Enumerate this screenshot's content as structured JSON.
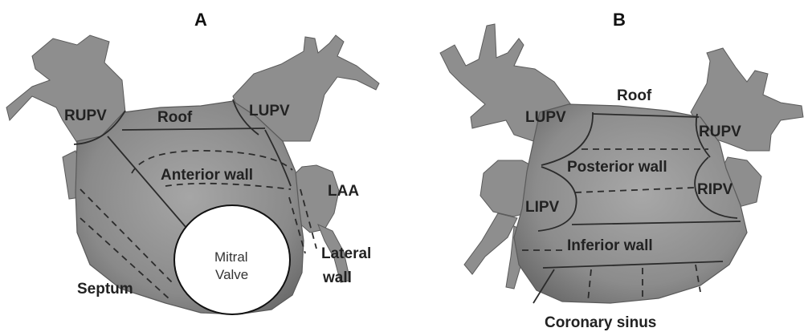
{
  "panel_a": {
    "letter": "A",
    "labels": {
      "rupv": "RUPV",
      "roof": "Roof",
      "lupv": "LUPV",
      "anterior_wall": "Anterior wall",
      "laa": "LAA",
      "septum": "Septum",
      "mitral_valve_line1": "Mitral",
      "mitral_valve_line2": "Valve",
      "lateral_wall_line1": "Lateral",
      "lateral_wall_line2": "wall"
    }
  },
  "panel_b": {
    "letter": "B",
    "labels": {
      "roof": "Roof",
      "lupv": "LUPV",
      "rupv": "RUPV",
      "posterior_wall": "Posterior wall",
      "lipv": "LIPV",
      "ripv": "RIPV",
      "inferior_wall": "Inferior wall",
      "coronary_sinus": "Coronary sinus"
    }
  },
  "colors": {
    "tissue": "#9a9a9a",
    "tissue_dark": "#6e6e6e",
    "lines": "#2b2b2b",
    "valve_fill": "#ffffff"
  }
}
